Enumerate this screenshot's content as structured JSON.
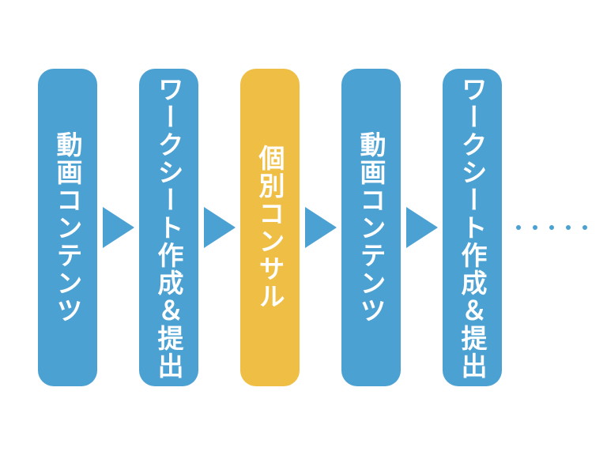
{
  "diagram": {
    "type": "horizontal-process-flow",
    "steps": [
      {
        "id": "video-content-1",
        "label": "動画コンテンツ",
        "color": "#4CA1D3"
      },
      {
        "id": "worksheet-submit-1",
        "label": "ワークシート作成＆提出",
        "color": "#4CA1D3"
      },
      {
        "id": "individual-consulting",
        "label": "個別コンサル",
        "color": "#EFBE45"
      },
      {
        "id": "video-content-2",
        "label": "動画コンテンツ",
        "color": "#4CA1D3"
      },
      {
        "id": "worksheet-submit-2",
        "label": "ワークシート作成＆提出",
        "color": "#4CA1D3"
      }
    ],
    "ellipsis": {
      "dot_count": 5
    },
    "colors": {
      "blue": "#4CA1D3",
      "yellow": "#EFBE45",
      "arrow": "#4CA1D3",
      "dot": "#4CA1D3",
      "label_text": "#FFFFFF",
      "background": "#FFFFFF"
    }
  }
}
